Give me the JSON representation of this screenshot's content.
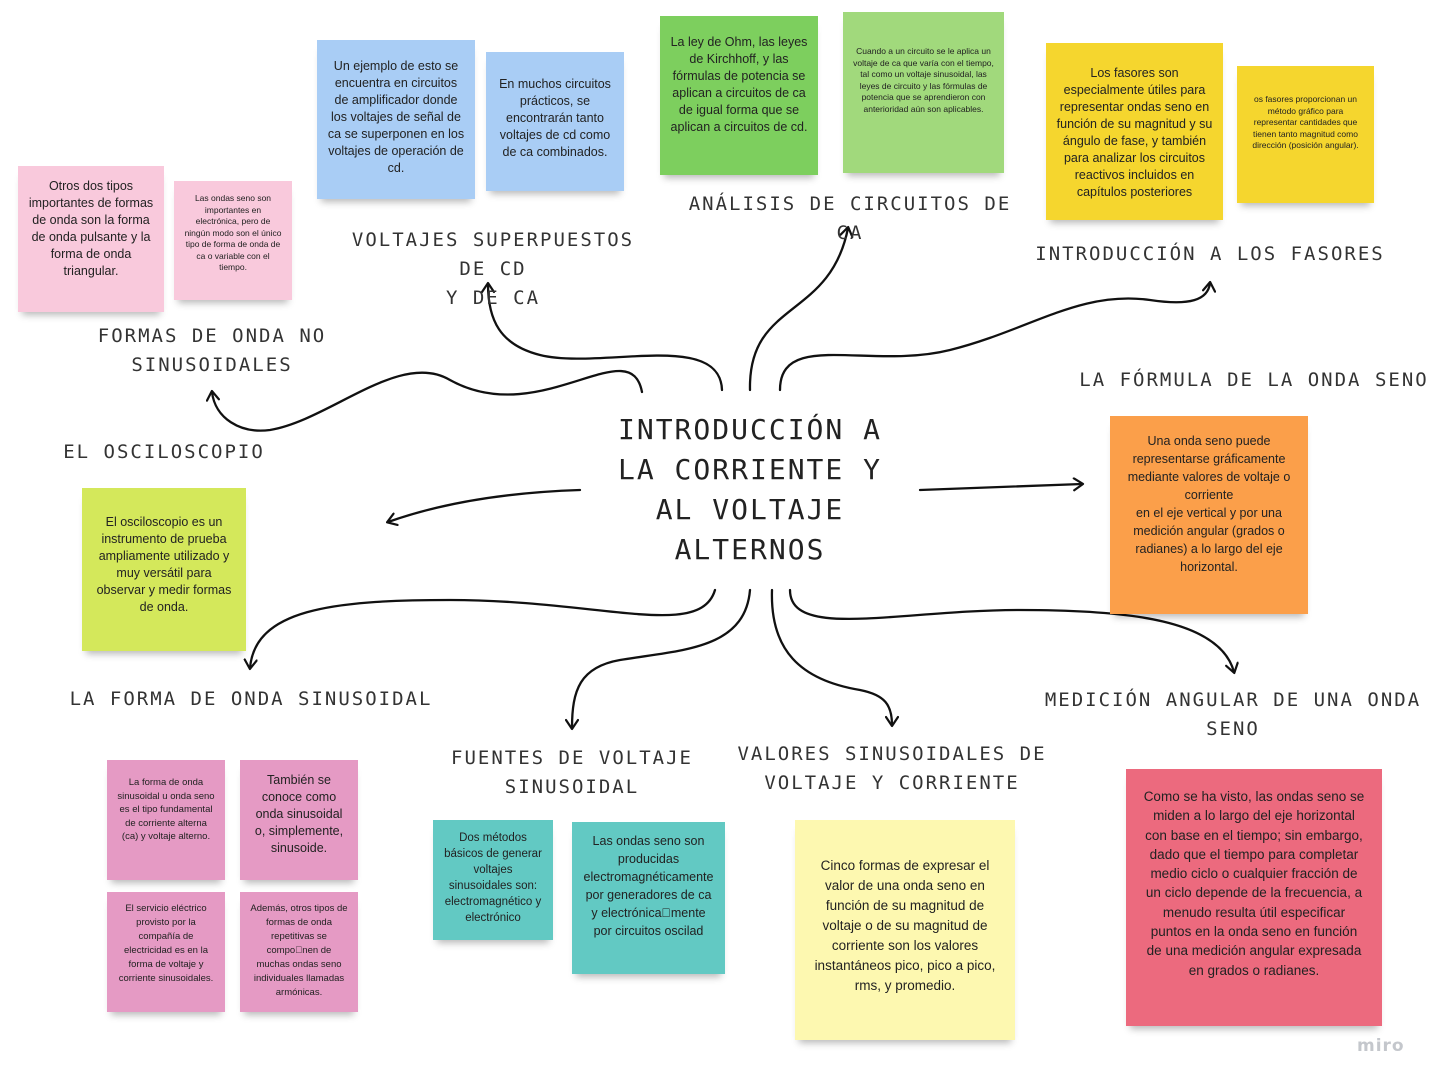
{
  "central_topic": "INTRODUCCIÓN A\nLA CORRIENTE Y\nAL VOLTAJE\nALTERNOS",
  "branches": {
    "formas_no_sinusoidales": "FORMAS DE ONDA NO\nSINUSOIDALES",
    "voltajes_superpuestos": "VOLTAJES SUPERPUESTOS DE CD\nY DE CA",
    "analisis_circuitos": "ANÁLISIS DE CIRCUITOS DE CA",
    "fasores": "INTRODUCCIÓN A LOS FASORES",
    "formula_onda": "LA FÓRMULA DE LA ONDA SENO",
    "osciloscopio": "EL OSCILOSCOPIO",
    "forma_sinusoidal": "LA FORMA DE ONDA SINUSOIDAL",
    "fuentes_voltaje": "FUENTES DE VOLTAJE\nSINUSOIDAL",
    "valores_sinusoidales": "VALORES SINUSOIDALES DE\nVOLTAJE Y CORRIENTE",
    "medicion_angular": "MEDICIÓN ANGULAR DE UNA ONDA\nSENO"
  },
  "notes": {
    "no_sinus_1": "Otros dos tipos importantes de formas de onda son la forma de onda pulsante y la forma de onda triangular.",
    "no_sinus_2": "Las ondas seno son importantes en electrónica, pero de ningún modo son el único tipo de forma de onda de ca o variable con el tiempo.",
    "superpuestos_1": "Un ejemplo de esto se encuentra en circuitos de amplificador donde los voltajes de señal de ca se superponen en los voltajes de operación de cd.",
    "superpuestos_2": "En muchos circuitos prácticos, se encontrarán tanto voltajes de cd como de ca combinados.",
    "analisis_1": "La ley de Ohm, las leyes de Kirchhoff, y las fórmulas de potencia se aplican a circuitos de ca de igual forma que se aplican a circuitos de cd.",
    "analisis_2": "Cuando a un circuito se le aplica un voltaje de ca que varía con el tiempo, tal como un voltaje sinusoidal, las leyes de circuito y las fórmulas de potencia que se aprendieron con anterioridad aún son aplicables.",
    "fasores_1": "Los fasores son especialmente útiles para representar ondas seno en función de su magnitud y su ángulo de fase, y también para analizar los circuitos reactivos incluidos en capítulos posteriores",
    "fasores_2": "os fasores proporcionan un método gráfico para representar cantidades que tienen tanto magnitud como dirección (posición angular).",
    "formula_1": "Una onda seno puede representarse gráficamente mediante valores de voltaje o corriente\nen el eje vertical y por una medición angular (grados o radianes) a lo largo del eje horizontal.",
    "osciloscopio_1": "El osciloscopio es un instrumento de prueba ampliamente utilizado y muy versátil para observar y medir formas de onda.",
    "sinusoidal_1": "La forma de onda sinusoidal u onda seno es el tipo fundamental de corriente alterna (ca) y voltaje alterno.",
    "sinusoidal_2": "También se conoce como onda sinusoidal o, simplemente, sinusoide.",
    "sinusoidal_3": "El servicio eléctrico provisto por la compañía de electricidad es en la forma de voltaje y corriente sinusoidales.",
    "sinusoidal_4": "Además, otros tipos de formas de onda repetitivas se compo\u0000nen de muchas ondas seno individuales llamadas armónicas.",
    "fuentes_1": "Dos métodos básicos de generar voltajes sinusoidales son: electromagnético y electrónico",
    "fuentes_2": "Las ondas seno son producidas electromagnéticamente por generadores de ca y electrónica\u0000mente por circuitos oscilad",
    "valores_1": "Cinco formas de expresar el valor de una onda seno en función de su magnitud de voltaje o de su magnitud de corriente son los valores instantáneos pico, pico a pico, rms, y promedio.",
    "medicion_1": "Como se ha visto, las ondas seno se miden a lo largo del eje horizontal con base en el tiempo; sin embargo, dado que el tiempo para completar medio ciclo o cualquier fracción de un ciclo depende de la frecuencia, a menudo resulta útil especificar puntos en la onda seno en función de una medición angular expresada en grados o radianes."
  },
  "colors": {
    "pink": "#f9c9dc",
    "blue": "#a9cdf5",
    "green": "#7dcf5e",
    "light_green": "#a1d97c",
    "yellow": "#f5d62e",
    "orange": "#fb9f4a",
    "lime": "#d4e85b",
    "magenta": "#e59ac4",
    "teal": "#62c9c3",
    "light_yellow": "#fdf8b0",
    "red": "#ec6a7e"
  },
  "watermark": "miro"
}
